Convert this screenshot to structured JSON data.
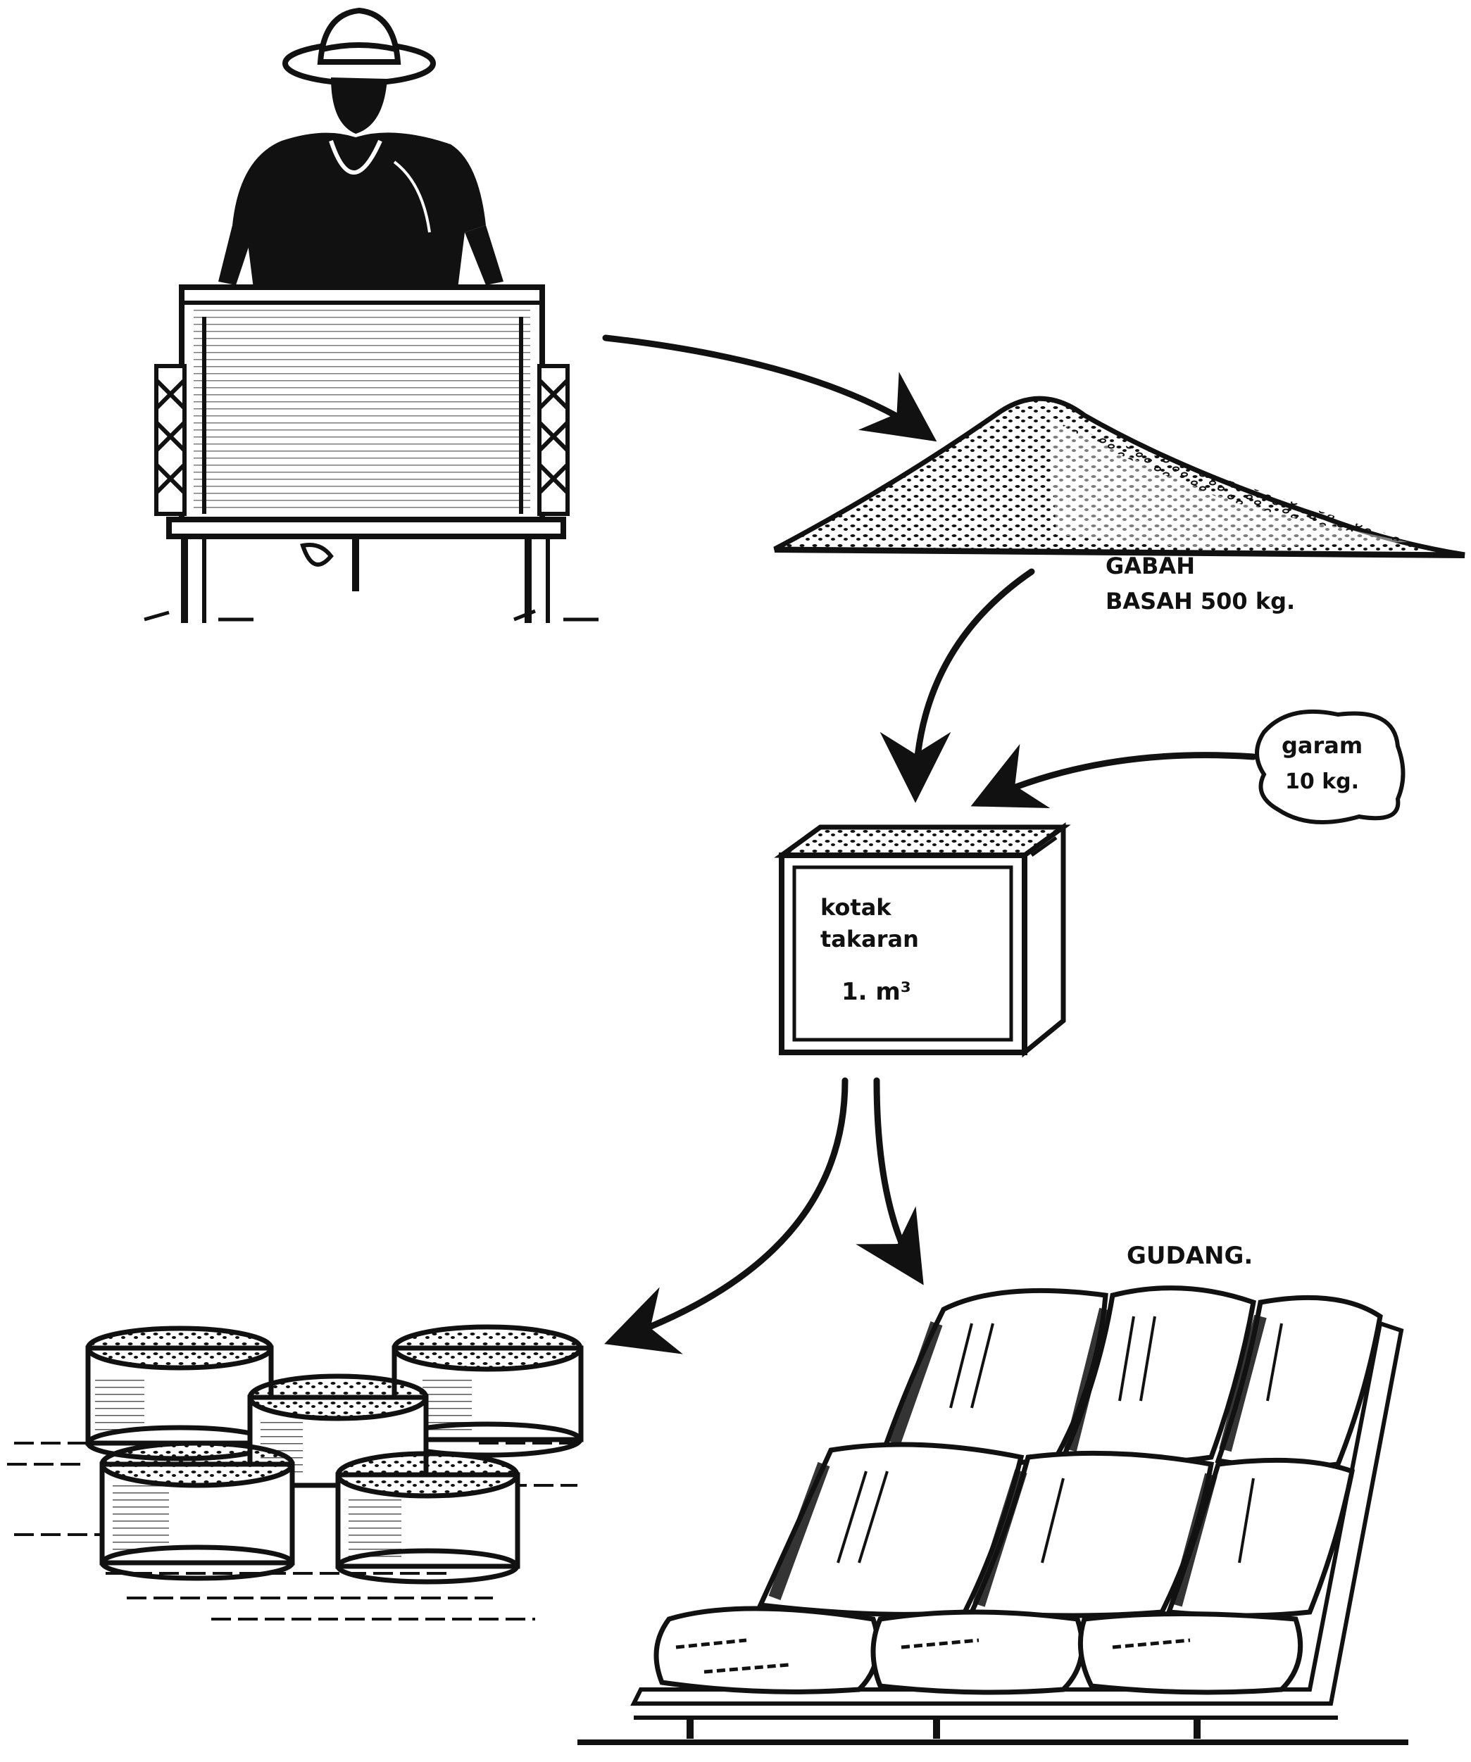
{
  "labels": {
    "pile_line1": "GABAH",
    "pile_line2": "BASAH 500 kg.",
    "salt_line1": "garam",
    "salt_line2": "10 kg.",
    "box_line1": "kotak",
    "box_line2": "takaran",
    "box_line3": "1. m³",
    "warehouse": "GUDANG."
  },
  "colors": {
    "ink": "#111111",
    "paper": "#ffffff"
  }
}
